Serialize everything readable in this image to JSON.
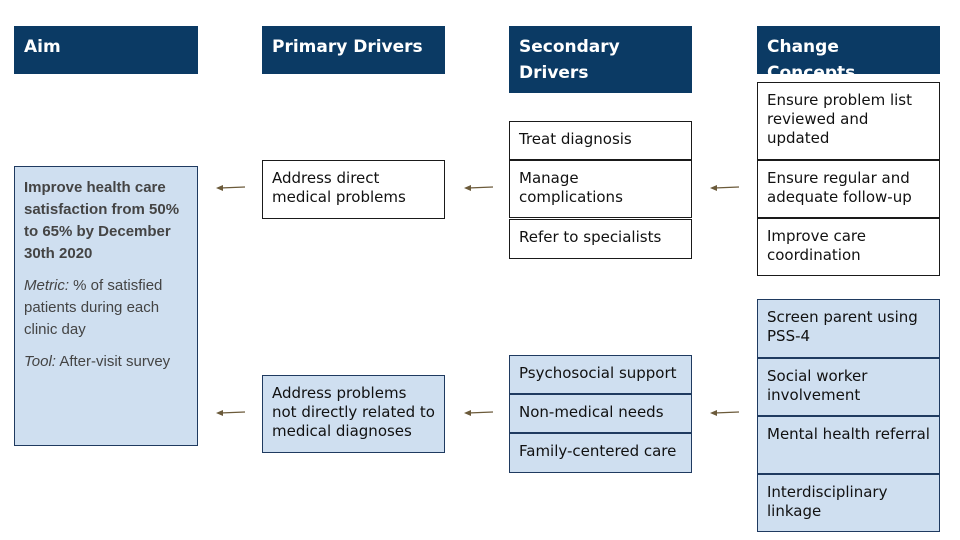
{
  "headers": {
    "aim": "Aim",
    "primary": "Primary Drivers",
    "secondary": "Secondary Drivers",
    "change": "Change Concepts"
  },
  "aim": {
    "title": "Improve health care satisfaction from 50% to 65% by December 30th 2020",
    "metric_label": "Metric:",
    "metric_text": " % of satisfied patients during each clinic day",
    "tool_label": "Tool:",
    "tool_text": " After-visit survey"
  },
  "primary_drivers": [
    "Address direct medical problems",
    "Address problems not directly related to medical diagnoses"
  ],
  "secondary_drivers": {
    "medical": [
      "Treat diagnosis",
      "Manage complications",
      "Refer to specialists"
    ],
    "non_medical": [
      "Psychosocial support",
      "Non-medical needs",
      "Family-centered care"
    ]
  },
  "change_concepts": {
    "medical": [
      "Ensure problem list reviewed and updated",
      "Ensure regular and adequate follow-up",
      "Improve care coordination"
    ],
    "non_medical": [
      "Screen parent using PSS-4",
      "Social worker involvement",
      "Mental health referral",
      "Interdisciplinary linkage"
    ]
  },
  "colors": {
    "header_bg": "#0b3a64",
    "highlight_fill": "#cfdff0",
    "arrow": "#6b5a3a"
  }
}
